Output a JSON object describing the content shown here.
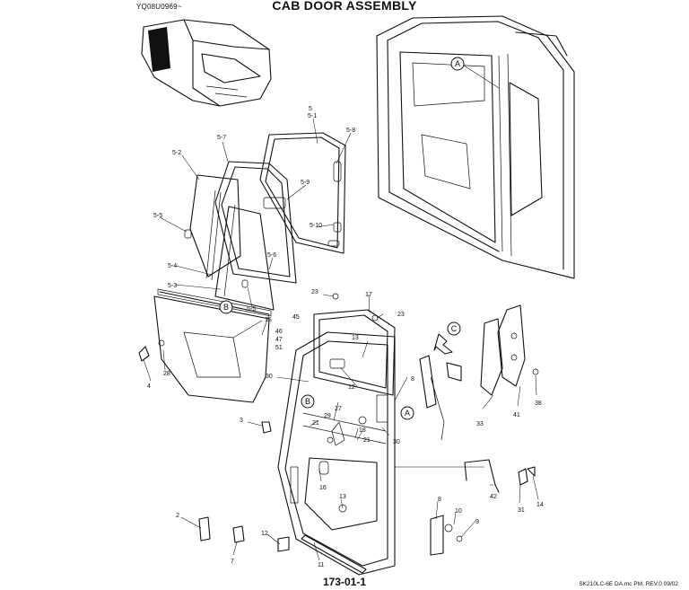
{
  "header": {
    "code": "YQ08U0969~",
    "title": "CAB DOOR ASSEMBLY"
  },
  "footer": {
    "page_number": "173-01-1",
    "model_code": "SK210LC-6E DA.mc PM.  REV.0 09/02"
  },
  "callouts": [
    "A",
    "B",
    "C"
  ],
  "part_labels": [
    "5-7",
    "5-2",
    "5",
    "5-1",
    "5-8",
    "5-9",
    "5-5",
    "5-10",
    "5-6",
    "5-4",
    "5-3",
    "5-5",
    "23",
    "17",
    "23",
    "15",
    "45",
    "46",
    "47",
    "51",
    "13",
    "28",
    "4",
    "8",
    "30",
    "12",
    "33",
    "41",
    "38",
    "3",
    "21",
    "27",
    "29",
    "18",
    "21",
    "30",
    "16",
    "42",
    "31",
    "14",
    "2",
    "8",
    "10",
    "9",
    "13",
    "12",
    "7",
    "11"
  ]
}
